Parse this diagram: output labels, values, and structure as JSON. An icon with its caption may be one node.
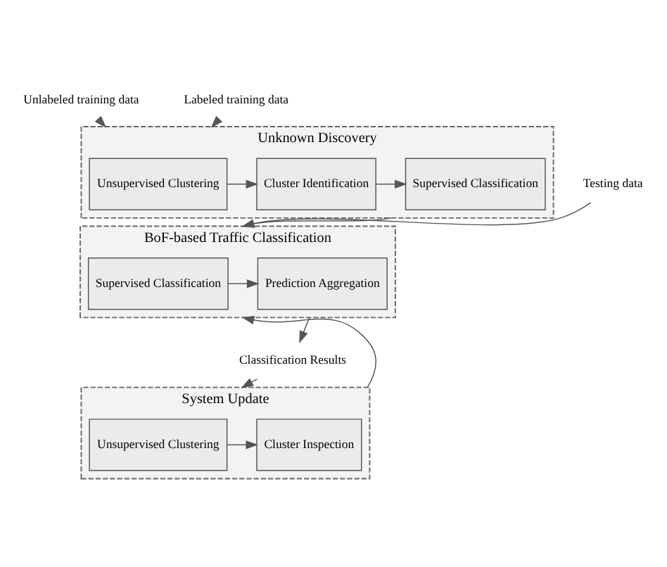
{
  "diagram": {
    "nodes": [
      {
        "text": [
          "Unlabeled training data"
        ]
      },
      {
        "text": [
          "Labeled training data"
        ]
      },
      {
        "text": [
          "Unknown Discovery"
        ]
      },
      {
        "text": [
          "Unsupervised Clustering"
        ],
        "in": 2
      },
      {
        "text": [
          "Cluster Identification"
        ],
        "in": 2
      },
      {
        "text": [
          "Supervised Classification"
        ],
        "in": 2
      },
      {
        "text": [
          "Testing data"
        ]
      },
      {
        "text": [
          "BoF-based Traffic Classification"
        ]
      },
      {
        "text": [
          "Supervised Classification"
        ],
        "in": 7
      },
      {
        "text": [
          "Prediction Aggregation"
        ],
        "in": 7
      },
      {
        "text": [
          "Classification Results"
        ]
      },
      {
        "text": [
          "System Update"
        ]
      },
      {
        "text": [
          "Unsupervised Clustering"
        ],
        "in": 11
      },
      {
        "text": [
          "Cluster Inspection"
        ],
        "in": 11
      }
    ],
    "edges": [
      {
        "from": 0,
        "to": 2,
        "arrow": "to"
      },
      {
        "from": 1,
        "to": 2,
        "arrow": "to"
      },
      {
        "from": 3,
        "to": 4,
        "arrow": "to"
      },
      {
        "from": 4,
        "to": 5,
        "arrow": "to"
      },
      {
        "from": 2,
        "to": 7,
        "arrow": "to"
      },
      {
        "from": 6,
        "to": 7,
        "arrow": "to"
      },
      {
        "from": 8,
        "to": 9,
        "arrow": "to"
      },
      {
        "from": 7,
        "to": 10,
        "arrow": "to"
      },
      {
        "from": 11,
        "to": 7,
        "arrow": "to"
      },
      {
        "from": 10,
        "to": 11,
        "arrow": "to"
      },
      {
        "from": 12,
        "to": 13,
        "arrow": "to"
      }
    ]
  }
}
